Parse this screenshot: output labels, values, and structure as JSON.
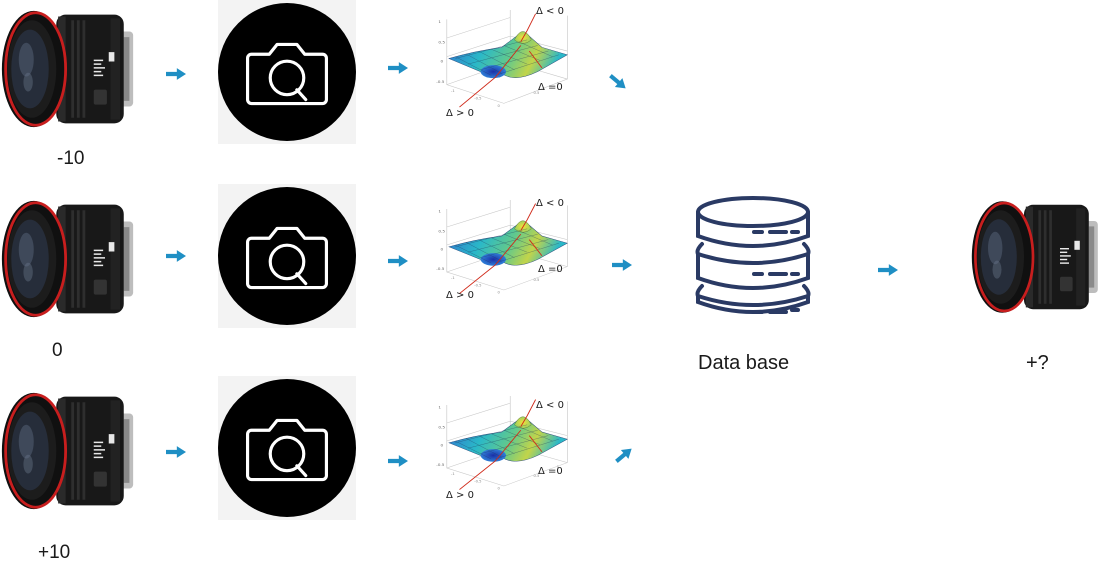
{
  "rows": [
    {
      "level_label": "-10"
    },
    {
      "level_label": "0"
    },
    {
      "level_label": "+10"
    }
  ],
  "plot_annotations": {
    "delta_lt_0": "Δ < 0",
    "delta_eq_0": "Δ =0",
    "delta_gt_0": "Δ > 0"
  },
  "database": {
    "label": "Data base"
  },
  "output": {
    "level_label": "+?"
  },
  "colors": {
    "arrow": "#1f8fc4",
    "database_icon": "#2a3a64",
    "lens_ring": "#c81e1e",
    "lens_body": "#141414",
    "camera_circle": "#000000"
  },
  "icons": [
    "camera-lens-icon",
    "camera-icon",
    "surface-plot-icon",
    "database-icon",
    "arrow-right-icon"
  ]
}
